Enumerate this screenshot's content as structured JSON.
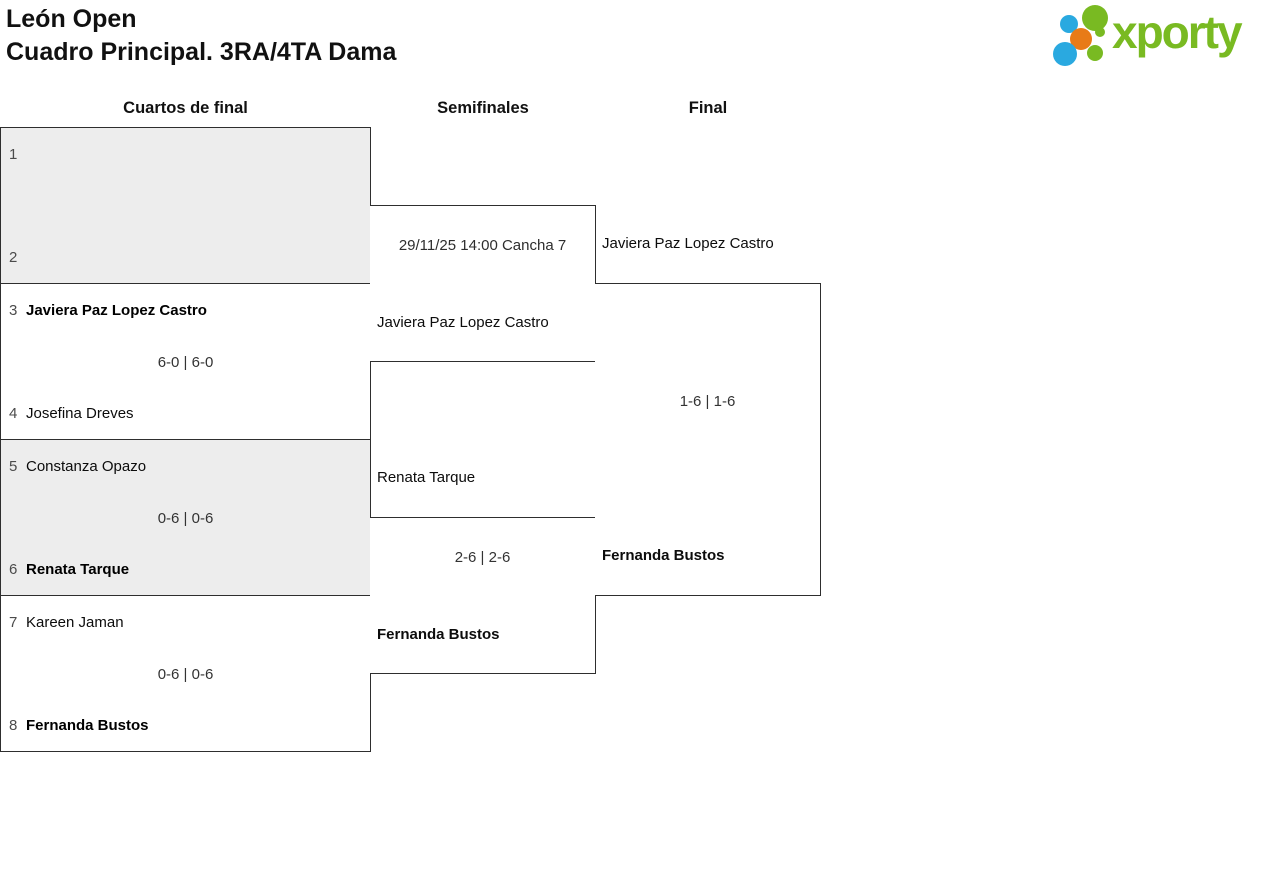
{
  "header": {
    "title": "León Open",
    "subtitle": "Cuadro Principal. 3RA/4TA Dama"
  },
  "logo": {
    "brand": "xporty"
  },
  "round_headers": {
    "quarterfinals": "Cuartos de final",
    "semifinals": "Semifinales",
    "final": "Final"
  },
  "quarterfinals": [
    {
      "top_seed": "1",
      "top_name": "",
      "score": "",
      "bottom_seed": "2",
      "bottom_name": ""
    },
    {
      "top_seed": "3",
      "top_name": "Javiera Paz Lopez Castro",
      "score": "6-0 | 6-0",
      "bottom_seed": "4",
      "bottom_name": "Josefina Dreves"
    },
    {
      "top_seed": "5",
      "top_name": "Constanza Opazo",
      "score": "0-6 | 0-6",
      "bottom_seed": "6",
      "bottom_name": "Renata Tarque"
    },
    {
      "top_seed": "7",
      "top_name": "Kareen Jaman",
      "score": "0-6 | 0-6",
      "bottom_seed": "8",
      "bottom_name": "Fernanda Bustos"
    }
  ],
  "semifinals": [
    {
      "schedule": "29/11/25 14:00 Cancha 7",
      "top_name": "",
      "score": "",
      "bottom_name": "Javiera Paz Lopez Castro"
    },
    {
      "schedule": "",
      "top_name": "Renata Tarque",
      "score": "2-6 | 2-6",
      "bottom_name": "Fernanda Bustos"
    }
  ],
  "final": {
    "top_name": "Javiera Paz Lopez Castro",
    "score": "1-6 | 1-6",
    "bottom_name": "Fernanda Bustos"
  },
  "colors": {
    "brand_green": "#79ba22",
    "brand_blue": "#2aa9e0",
    "brand_orange": "#e87b17",
    "box_gray": "#ededed",
    "border": "#2e2e2e"
  }
}
